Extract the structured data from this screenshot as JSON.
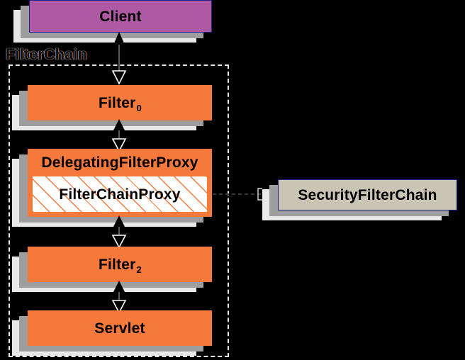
{
  "diagram": {
    "title": "Spring Security FilterChain / DelegatingFilterProxy diagram",
    "background_color": "#000000",
    "group": {
      "name": "filterchain-group",
      "label": "FilterChain",
      "border_style": "dashed",
      "border_color": "#e6e6e6"
    },
    "nodes": [
      {
        "id": "client",
        "label": "Client",
        "fill": "#ad59a4",
        "border": "#22228c",
        "shape": "rectangle-3d"
      },
      {
        "id": "filter0",
        "label": "Filter",
        "subscript": "0",
        "fill": "#f5793b",
        "border": "none",
        "shape": "rectangle-3d"
      },
      {
        "id": "delegating-filter-proxy",
        "label": "DelegatingFilterProxy",
        "fill": "#f5793b",
        "border": "none",
        "shape": "rectangle-3d",
        "inner": {
          "id": "filter-chain-proxy",
          "label": "FilterChainProxy",
          "fill": "#ffffff",
          "hatch_color": "#f4793b",
          "border": "#f5793b"
        }
      },
      {
        "id": "filter2",
        "label": "Filter",
        "subscript": "2",
        "fill": "#f5793b",
        "border": "none",
        "shape": "rectangle-3d"
      },
      {
        "id": "servlet",
        "label": "Servlet",
        "fill": "#f5793b",
        "border": "none",
        "shape": "rectangle-3d"
      },
      {
        "id": "security-filter-chain",
        "label": "SecurityFilterChain",
        "fill": "#c9c5b4",
        "border": "#22228c",
        "shape": "rectangle-3d"
      }
    ],
    "connectors": [
      {
        "id": "client-to-filter0",
        "from": "filter0",
        "to": "client",
        "style": "solid",
        "head_start": "filled-triangle-up",
        "head_end": "hollow-triangle-down"
      },
      {
        "id": "filter0-to-delegating",
        "from": "delegating-filter-proxy",
        "to": "filter0",
        "style": "solid",
        "head_start": "filled-triangle-up",
        "head_end": "hollow-triangle-down"
      },
      {
        "id": "delegating-to-filter2",
        "from": "filter2",
        "to": "delegating-filter-proxy",
        "style": "solid",
        "head_start": "filled-triangle-up",
        "head_end": "hollow-triangle-down"
      },
      {
        "id": "filter2-to-servlet",
        "from": "servlet",
        "to": "filter2",
        "style": "solid",
        "head_start": "filled-triangle-up",
        "head_end": "hollow-triangle-down"
      },
      {
        "id": "filterchainproxy-to-securityfilterchain",
        "from": "filter-chain-proxy",
        "to": "security-filter-chain",
        "style": "dashed",
        "head_end": "filled-triangle-right"
      }
    ]
  }
}
